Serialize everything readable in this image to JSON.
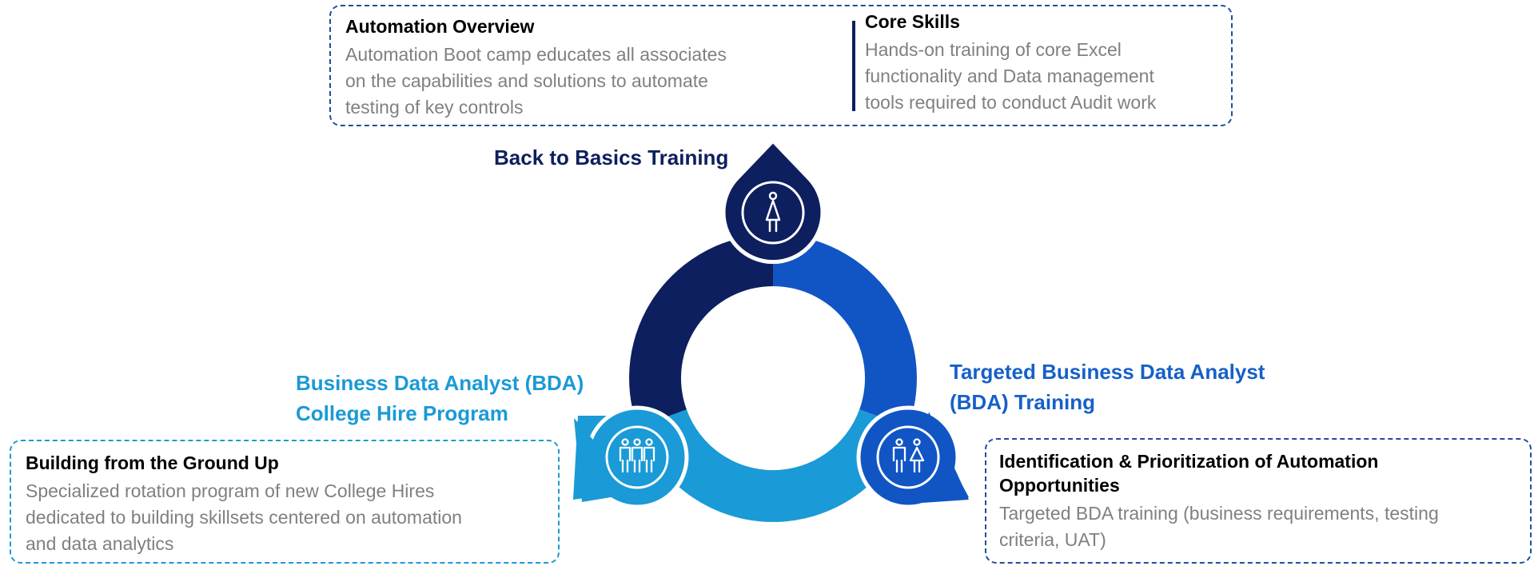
{
  "top_heading": "Back to Basics Training",
  "left_heading_line1": "Business Data Analyst (BDA)",
  "left_heading_line2": "College Hire Program",
  "right_heading_line1": "Targeted Business Data Analyst",
  "right_heading_line2": "(BDA) Training",
  "top_card": {
    "left_title": "Automation Overview",
    "left_lines": [
      "Automation Boot camp educates all associates",
      "on the capabilities and solutions to automate",
      "testing of key controls"
    ],
    "right_title": "Core Skills",
    "right_lines": [
      "Hands-on training of core Excel",
      "functionality and Data management",
      "tools required to conduct Audit work"
    ]
  },
  "left_card": {
    "title": "Building from the Ground Up",
    "lines": [
      "Specialized rotation program of new College Hires",
      "dedicated to building skillsets centered on automation",
      "and data analytics"
    ]
  },
  "right_card": {
    "title_line1": "Identification & Prioritization of Automation",
    "title_line2": "Opportunities",
    "lines": [
      "Targeted BDA training (business requirements, testing",
      "criteria, UAT)"
    ]
  },
  "colors": {
    "dark_navy": "#0d1f5e",
    "medium_blue": "#1660c8",
    "light_blue": "#1a9ad6"
  },
  "icons": {
    "top": "person-icon",
    "left": "group-of-three-people-icon",
    "right": "two-people-icon"
  }
}
